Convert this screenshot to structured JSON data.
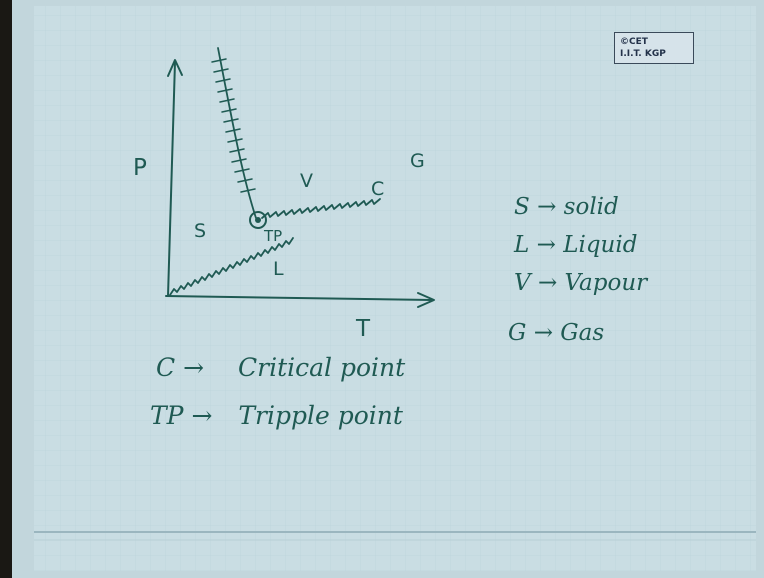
{
  "stamp": {
    "line1": "©CET",
    "line2": "I.I.T. KGP"
  },
  "diagram": {
    "axis_labels": {
      "y": "P",
      "x": "T"
    },
    "regions": {
      "solid": "S",
      "liquid": "L",
      "vapour": "V",
      "gas": "G",
      "critical": "C",
      "triple": "TP"
    }
  },
  "legend": [
    {
      "key": "S",
      "arrow": "→",
      "value": "solid"
    },
    {
      "key": "L",
      "arrow": "→",
      "value": "Liquid"
    },
    {
      "key": "V",
      "arrow": "→",
      "value": "Vapour"
    },
    {
      "key": "G",
      "arrow": "→",
      "value": "Gas"
    }
  ],
  "definitions": [
    {
      "key": "C",
      "arrow": "→",
      "value": "Critical point"
    },
    {
      "key": "TP",
      "arrow": "→",
      "value": "Tripple point"
    }
  ]
}
